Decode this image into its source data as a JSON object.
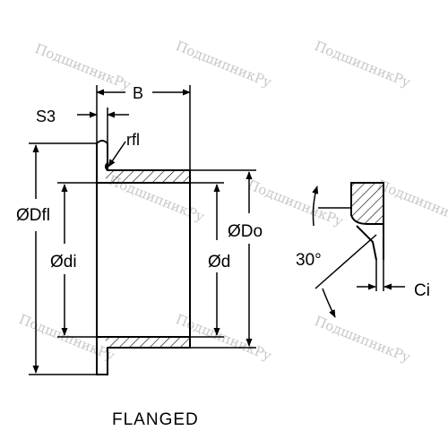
{
  "diagram": {
    "labels": {
      "b": "B",
      "s3": "S3",
      "rfl": "rfl",
      "dfl": "ØDfl",
      "di": "Ødi",
      "do": "ØDo",
      "d": "Ød",
      "angle": "30°",
      "ci": "Ci",
      "caption": "FLANGED"
    },
    "watermark": "ПодшипникРу",
    "colors": {
      "line": "#000000",
      "watermark": "#c8c8c8",
      "background": "#ffffff"
    }
  }
}
